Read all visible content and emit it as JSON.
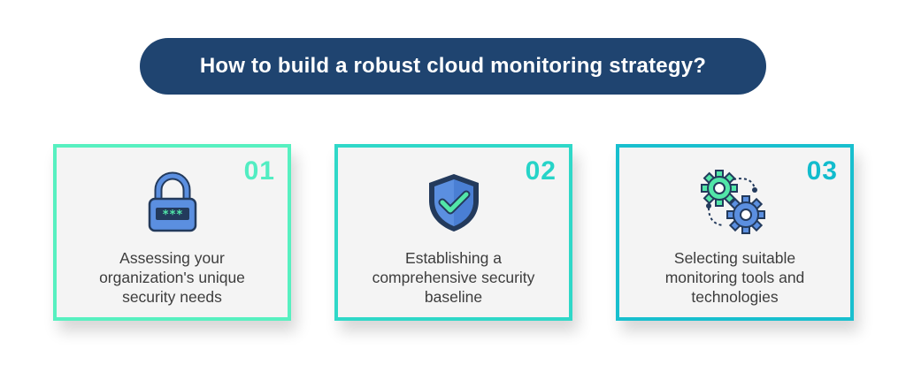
{
  "title": "How to build a robust cloud monitoring strategy?",
  "cards": [
    {
      "number": "01",
      "icon": "padlock-password-icon",
      "lines": [
        "Assessing your",
        "organization's unique",
        "security needs"
      ],
      "password_mask": "***"
    },
    {
      "number": "02",
      "icon": "shield-check-icon",
      "lines": [
        "Establishing a",
        "comprehensive security",
        "baseline"
      ]
    },
    {
      "number": "03",
      "icon": "gears-icon",
      "lines": [
        "Selecting suitable",
        "monitoring tools and",
        "technologies"
      ]
    }
  ],
  "colors": {
    "title_bg": "#1f4470",
    "card_accent_1": "#57f0c0",
    "card_accent_2": "#2fd8c8",
    "card_accent_3": "#18bfce",
    "icon_blue": "#5b8fe0",
    "icon_navy": "#233a5c",
    "icon_green": "#52e6a8"
  }
}
